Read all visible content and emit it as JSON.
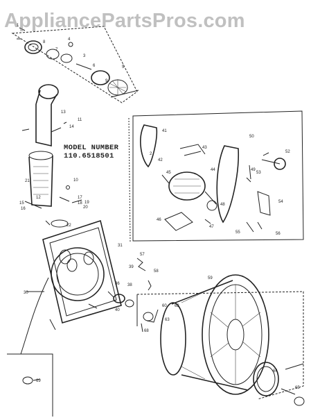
{
  "watermark": "AppliancePartsPros.com",
  "model": {
    "label": "MODEL NUMBER",
    "number": "110.6518501"
  },
  "callouts": [
    "1",
    "2",
    "3",
    "4",
    "5",
    "6",
    "7",
    "8",
    "9",
    "10",
    "11",
    "12",
    "13",
    "14",
    "15",
    "16",
    "17",
    "18",
    "19",
    "20",
    "21",
    "22",
    "30",
    "31",
    "36",
    "38",
    "39",
    "40",
    "41",
    "42",
    "43",
    "44",
    "45",
    "46",
    "47",
    "48",
    "49",
    "50",
    "52",
    "53",
    "54",
    "55",
    "56",
    "57",
    "58",
    "59",
    "60",
    "62",
    "63",
    "64",
    "65",
    "68",
    "69"
  ]
}
